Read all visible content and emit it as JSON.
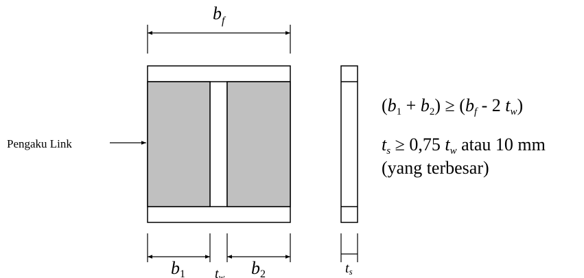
{
  "labels": {
    "bf_main": "b",
    "bf_sub": "f",
    "b1_main": "b",
    "b1_sub": "1",
    "b2_main": "b",
    "b2_sub": "2",
    "tw_main": "t",
    "tw_sub": "w",
    "ts_main": "t",
    "ts_sub": "s",
    "stiffener": "Pengaku Link"
  },
  "formula1": {
    "open": "(",
    "b": "b",
    "s1": "1",
    "plus": " + ",
    "s2": "2",
    "mid": ") ≥ (",
    "sf": "f",
    "minus": " - 2 ",
    "t": "t",
    "sw": "w",
    "close": ")"
  },
  "formula2": {
    "t": "t",
    "ss": "s",
    "ge": " ≥ 0,75 ",
    "sw": "w",
    "tail": " atau 10 mm"
  },
  "formula3": {
    "text": "(yang terbesar)"
  },
  "colors": {
    "stiffener_fill": "#c0c0c0",
    "line": "#000000"
  }
}
